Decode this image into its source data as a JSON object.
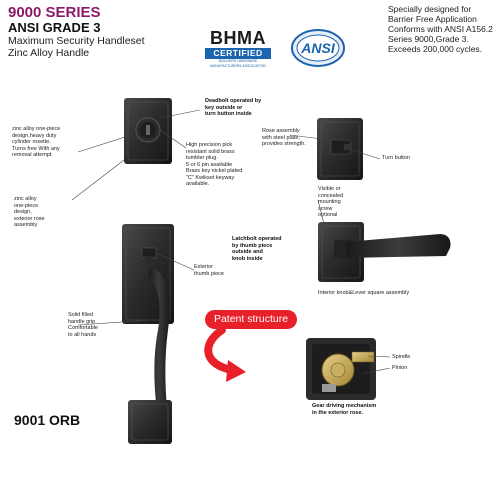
{
  "header": {
    "series": "9000 SERIES",
    "grade": "ANSI GRADE 3",
    "subtitle_line1": "Maximum Security Handleset",
    "subtitle_line2": "Zinc Alloy Handle"
  },
  "certifications": {
    "bhma_main": "BHMA",
    "bhma_certified": "CERTIFIED",
    "bhma_tagline": "BUILDERS HARDWARE MANUFACTURERS ASSOCIATION",
    "ansi": "ANSI"
  },
  "spec_text": {
    "line1": "Specially designed for",
    "line2": "Barrier Free Application",
    "line3": "Conforms with ANSI A156.2",
    "line4": "Series 9000,Grade 3.",
    "line5": "Exceeds 200,000 cycles."
  },
  "callouts": {
    "deadbolt_title": [
      "Deadbolt operated by",
      "key outside or",
      "turn button inside"
    ],
    "zinc_body": [
      "zinc alloy one-piece",
      "design,heavy duty",
      "cylinder rosette.",
      "Turns free With any",
      "removal attempt."
    ],
    "high_precision": [
      "High precision pick",
      "resistant solid brass",
      "tumbler plug.",
      "5 or 6 pin available",
      "Brass key nickel plated",
      "\"C\" Kwikset keyway",
      "available."
    ],
    "rose_assembly": [
      "Rose assembly",
      "with steel plate,",
      "provides strength."
    ],
    "turn_button": "Turn button",
    "zinc_alloy_rose": [
      "zinc alloy",
      "one-piece",
      "design,",
      "exterior rose",
      "assembly"
    ],
    "visible_screw": [
      "Visible or",
      "concealed",
      "mounting",
      "screw",
      "optional"
    ],
    "latchbolt": [
      "Latchbolt operated",
      "by thumb piece",
      "outside and",
      "knob inside"
    ],
    "exterior_thumb": [
      "Exterior",
      "thumb piece"
    ],
    "interior_knob": "Interior knob&Lever square assembly",
    "solid_handle": [
      "Solid filled",
      "handle grip",
      "Comfortable",
      "to all hands"
    ],
    "spindle": "Spindle",
    "pinion": "Pinion",
    "gear_driving": [
      "Gear driving mechanism",
      "in the exterior rose."
    ]
  },
  "patent": "Patent structure",
  "model": "9001 ORB",
  "colors": {
    "series_purple": "#8b1a6b",
    "patent_red": "#e8202a",
    "finish_black": "#2a2a2a",
    "ansi_blue": "#1b64b0"
  }
}
